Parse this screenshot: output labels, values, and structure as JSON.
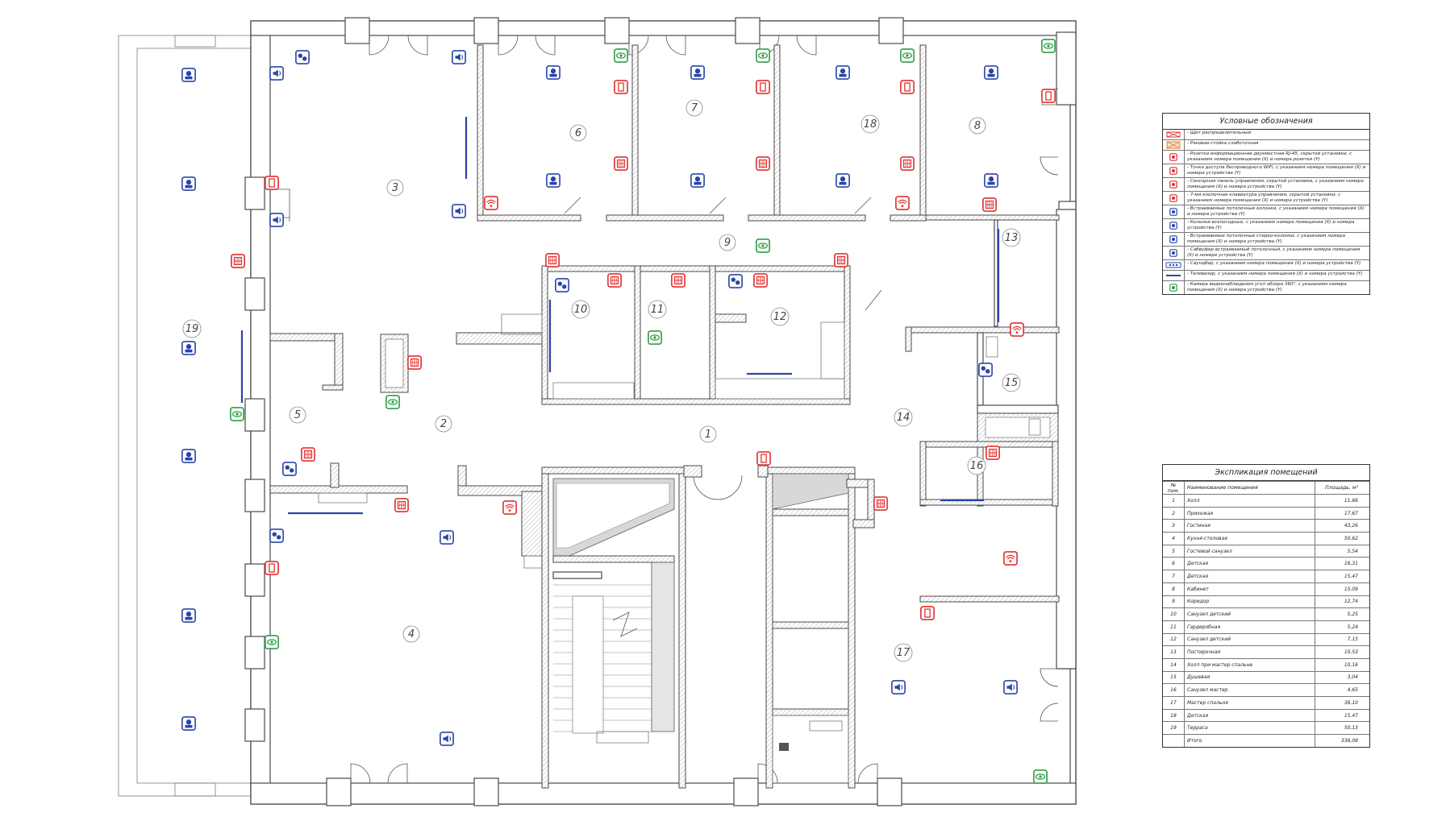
{
  "legend": {
    "title": "Условные обозначения",
    "items": [
      {
        "icon": "distribution-panel",
        "color": "#e03030",
        "text": "- Щит распределительный"
      },
      {
        "icon": "rack-cabinet",
        "color": "#e08030",
        "text": "- Рэковая стойка слаботочная"
      },
      {
        "icon": "rj45-socket",
        "color": "#e03030",
        "text": "- Розетка информационная двухместная RJ-45, скрытой установки, с указанием номера помещения (X) и номера розетки (Y)"
      },
      {
        "icon": "wifi-access-point",
        "color": "#e03030",
        "text": "- Точка доступа беспроводного WiFi, с указанием номера помещения (X) и номера устройства (Y)"
      },
      {
        "icon": "touch-panel",
        "color": "#e03030",
        "text": "- Сенсорная панель управления, скрытой установки, с указанием номера помещения (X) и номера устройства (Y)"
      },
      {
        "icon": "keypad",
        "color": "#e03030",
        "text": "- 7-ми кнопочная клавиатура управления, скрытой установки, с указанием номера помещения (X) и номера устройства (Y)"
      },
      {
        "icon": "ceiling-speaker",
        "color": "#2a45a8",
        "text": "- Встраиваемые потолочные колонки, с указанием номера помещения (X) и номера устройства (Y)"
      },
      {
        "icon": "weatherproof-speaker",
        "color": "#2a45a8",
        "text": "- Колонки всепогодные, с указанием номера помещения (X) и номера устройства (Y)"
      },
      {
        "icon": "stereo-ceiling-speaker",
        "color": "#2a45a8",
        "text": "- Встраиваемые потолочные стерео-колонки, с указанием номера помещения (X) и номера устройства (Y)"
      },
      {
        "icon": "subwoofer",
        "color": "#2a45a8",
        "text": "- Сабвуфер встраиваемый потолочный, с указанием номера помещения (X) и номера устройства (Y)"
      },
      {
        "icon": "soundbar",
        "color": "#2a45a8",
        "text": "- Саундбар, с указанием номера помещения (X) и номера устройства (Y)"
      },
      {
        "icon": "tv",
        "color": "#2a45a8",
        "text": "- Телевизор, с указанием номера помещения (X) и номера устройства (Y)"
      },
      {
        "icon": "camera-360",
        "color": "#2e9e45",
        "text": "- Камера видеонаблюдения угол обзора 360°, с указанием номера помещения (X) и номера устройства (Y)"
      }
    ]
  },
  "explication": {
    "title": "Экспликация помещений",
    "headers": {
      "num": "№ пом.",
      "name": "Наименование помещения",
      "area": "Площадь, м²"
    },
    "rows": [
      {
        "num": "1",
        "name": "Холл",
        "area": "11,66"
      },
      {
        "num": "2",
        "name": "Прихожая",
        "area": "17,67"
      },
      {
        "num": "3",
        "name": "Гостиная",
        "area": "43,26"
      },
      {
        "num": "4",
        "name": "Кухня-столовая",
        "area": "50,62"
      },
      {
        "num": "5",
        "name": "Гостевой санузел",
        "area": "5,54"
      },
      {
        "num": "6",
        "name": "Детская",
        "area": "16,31"
      },
      {
        "num": "7",
        "name": "Детская",
        "area": "15,47"
      },
      {
        "num": "8",
        "name": "Кабинет",
        "area": "15,09"
      },
      {
        "num": "9",
        "name": "Коридор",
        "area": "12,74"
      },
      {
        "num": "10",
        "name": "Санузел детский",
        "area": "5,25"
      },
      {
        "num": "11",
        "name": "Гардеробная",
        "area": "5,24"
      },
      {
        "num": "12",
        "name": "Санузел детский",
        "area": "7,15"
      },
      {
        "num": "13",
        "name": "Постирочная",
        "area": "10,53"
      },
      {
        "num": "14",
        "name": "Холл при мастер спальне",
        "area": "10,16"
      },
      {
        "num": "15",
        "name": "Душевая",
        "area": "3,04"
      },
      {
        "num": "16",
        "name": "Санузел мастер",
        "area": "4,65"
      },
      {
        "num": "17",
        "name": "Мастер спальня",
        "area": "36,10"
      },
      {
        "num": "18",
        "name": "Детская",
        "area": "15,47"
      },
      {
        "num": "19",
        "name": "Терраса",
        "area": "50,13"
      }
    ],
    "total_label": "Итого",
    "total_area": "336,08"
  },
  "rooms": [
    "1",
    "2",
    "3",
    "4",
    "5",
    "6",
    "7",
    "8",
    "9",
    "10",
    "11",
    "12",
    "13",
    "14",
    "15",
    "16",
    "17",
    "18",
    "19"
  ],
  "colors": {
    "network": "#e03030",
    "audio": "#2a45a8",
    "camera": "#2e9e45",
    "wall": "#4a4a4a"
  }
}
